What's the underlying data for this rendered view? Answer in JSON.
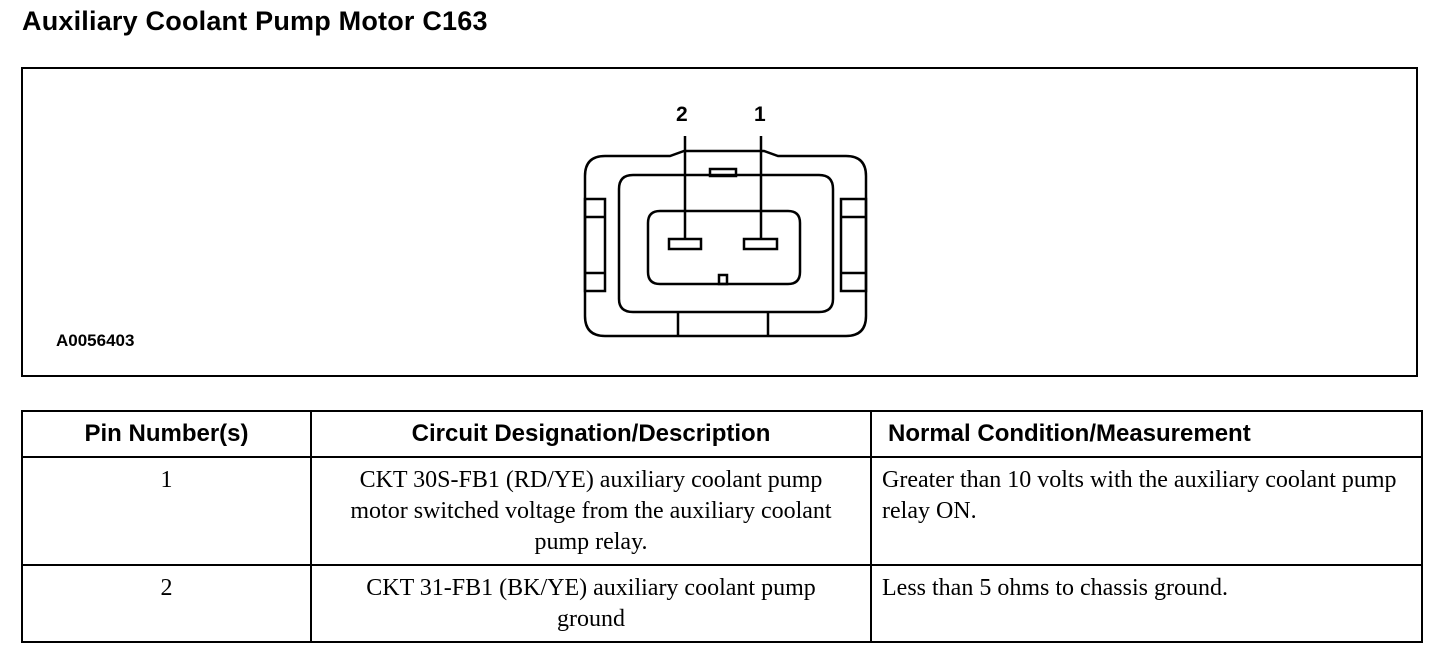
{
  "title": "Auxiliary Coolant Pump Motor C163",
  "figure": {
    "id": "A0056403",
    "pin_labels": [
      "2",
      "1"
    ]
  },
  "table": {
    "headers": [
      "Pin Number(s)",
      "Circuit Designation/Description",
      "Normal Condition/Measurement"
    ],
    "rows": [
      {
        "pin": "1",
        "circuit": "CKT 30S-FB1 (RD/YE) auxiliary coolant pump motor switched voltage from the auxiliary coolant pump relay.",
        "condition": "Greater than 10 volts with the auxiliary coolant pump relay ON."
      },
      {
        "pin": "2",
        "circuit": "CKT 31-FB1 (BK/YE) auxiliary coolant pump ground",
        "condition": "Less than 5 ohms to chassis ground."
      }
    ]
  }
}
